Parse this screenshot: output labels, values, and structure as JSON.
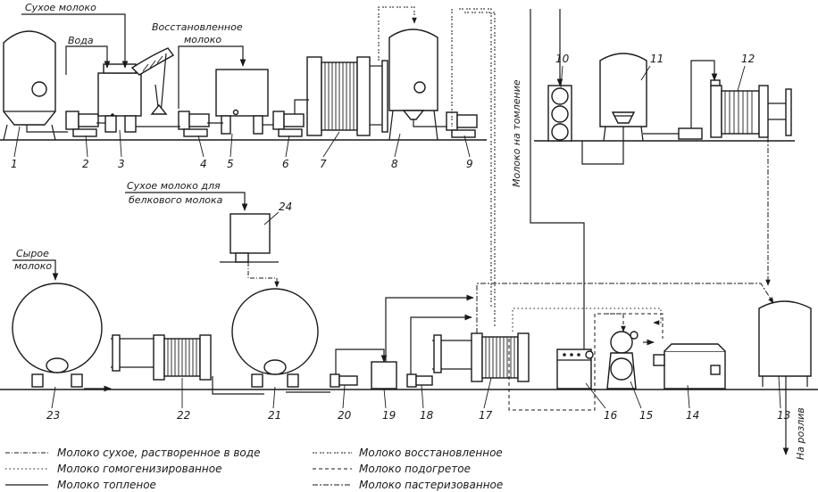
{
  "labels": {
    "dry_milk": "Сухое молоко",
    "water": "Вода",
    "restored_milk_l1": "Восстановленное",
    "restored_milk_l2": "молоко",
    "dry_milk_protein_l1": "Сухое молоко для",
    "dry_milk_protein_l2": "белкового молока",
    "raw_milk_l1": "Сырое",
    "raw_milk_l2": "молоко",
    "milk_to_baking": "Молоко на томление",
    "to_bottling": "На розлив"
  },
  "equipment_numbers": [
    "1",
    "2",
    "3",
    "4",
    "5",
    "6",
    "7",
    "8",
    "9",
    "10",
    "11",
    "12",
    "13",
    "14",
    "15",
    "16",
    "17",
    "18",
    "19",
    "20",
    "21",
    "22",
    "23",
    "24"
  ],
  "legend": [
    {
      "label": "Молоко сухое, растворенное в воде",
      "style": "dry-dissolved"
    },
    {
      "label": "Молоко гомогенизированное",
      "style": "homogenized"
    },
    {
      "label": "Молоко топленое",
      "style": "baked"
    },
    {
      "label": "Молоко восстановленное",
      "style": "restored"
    },
    {
      "label": "Молоко подогретое",
      "style": "heated"
    },
    {
      "label": "Молоко пастеризованное",
      "style": "pasteurized"
    }
  ],
  "colors": {
    "ink": "#1a1a1a",
    "background": "#ffffff"
  },
  "icons": [
    "arrow-down-icon",
    "arrow-right-icon"
  ]
}
